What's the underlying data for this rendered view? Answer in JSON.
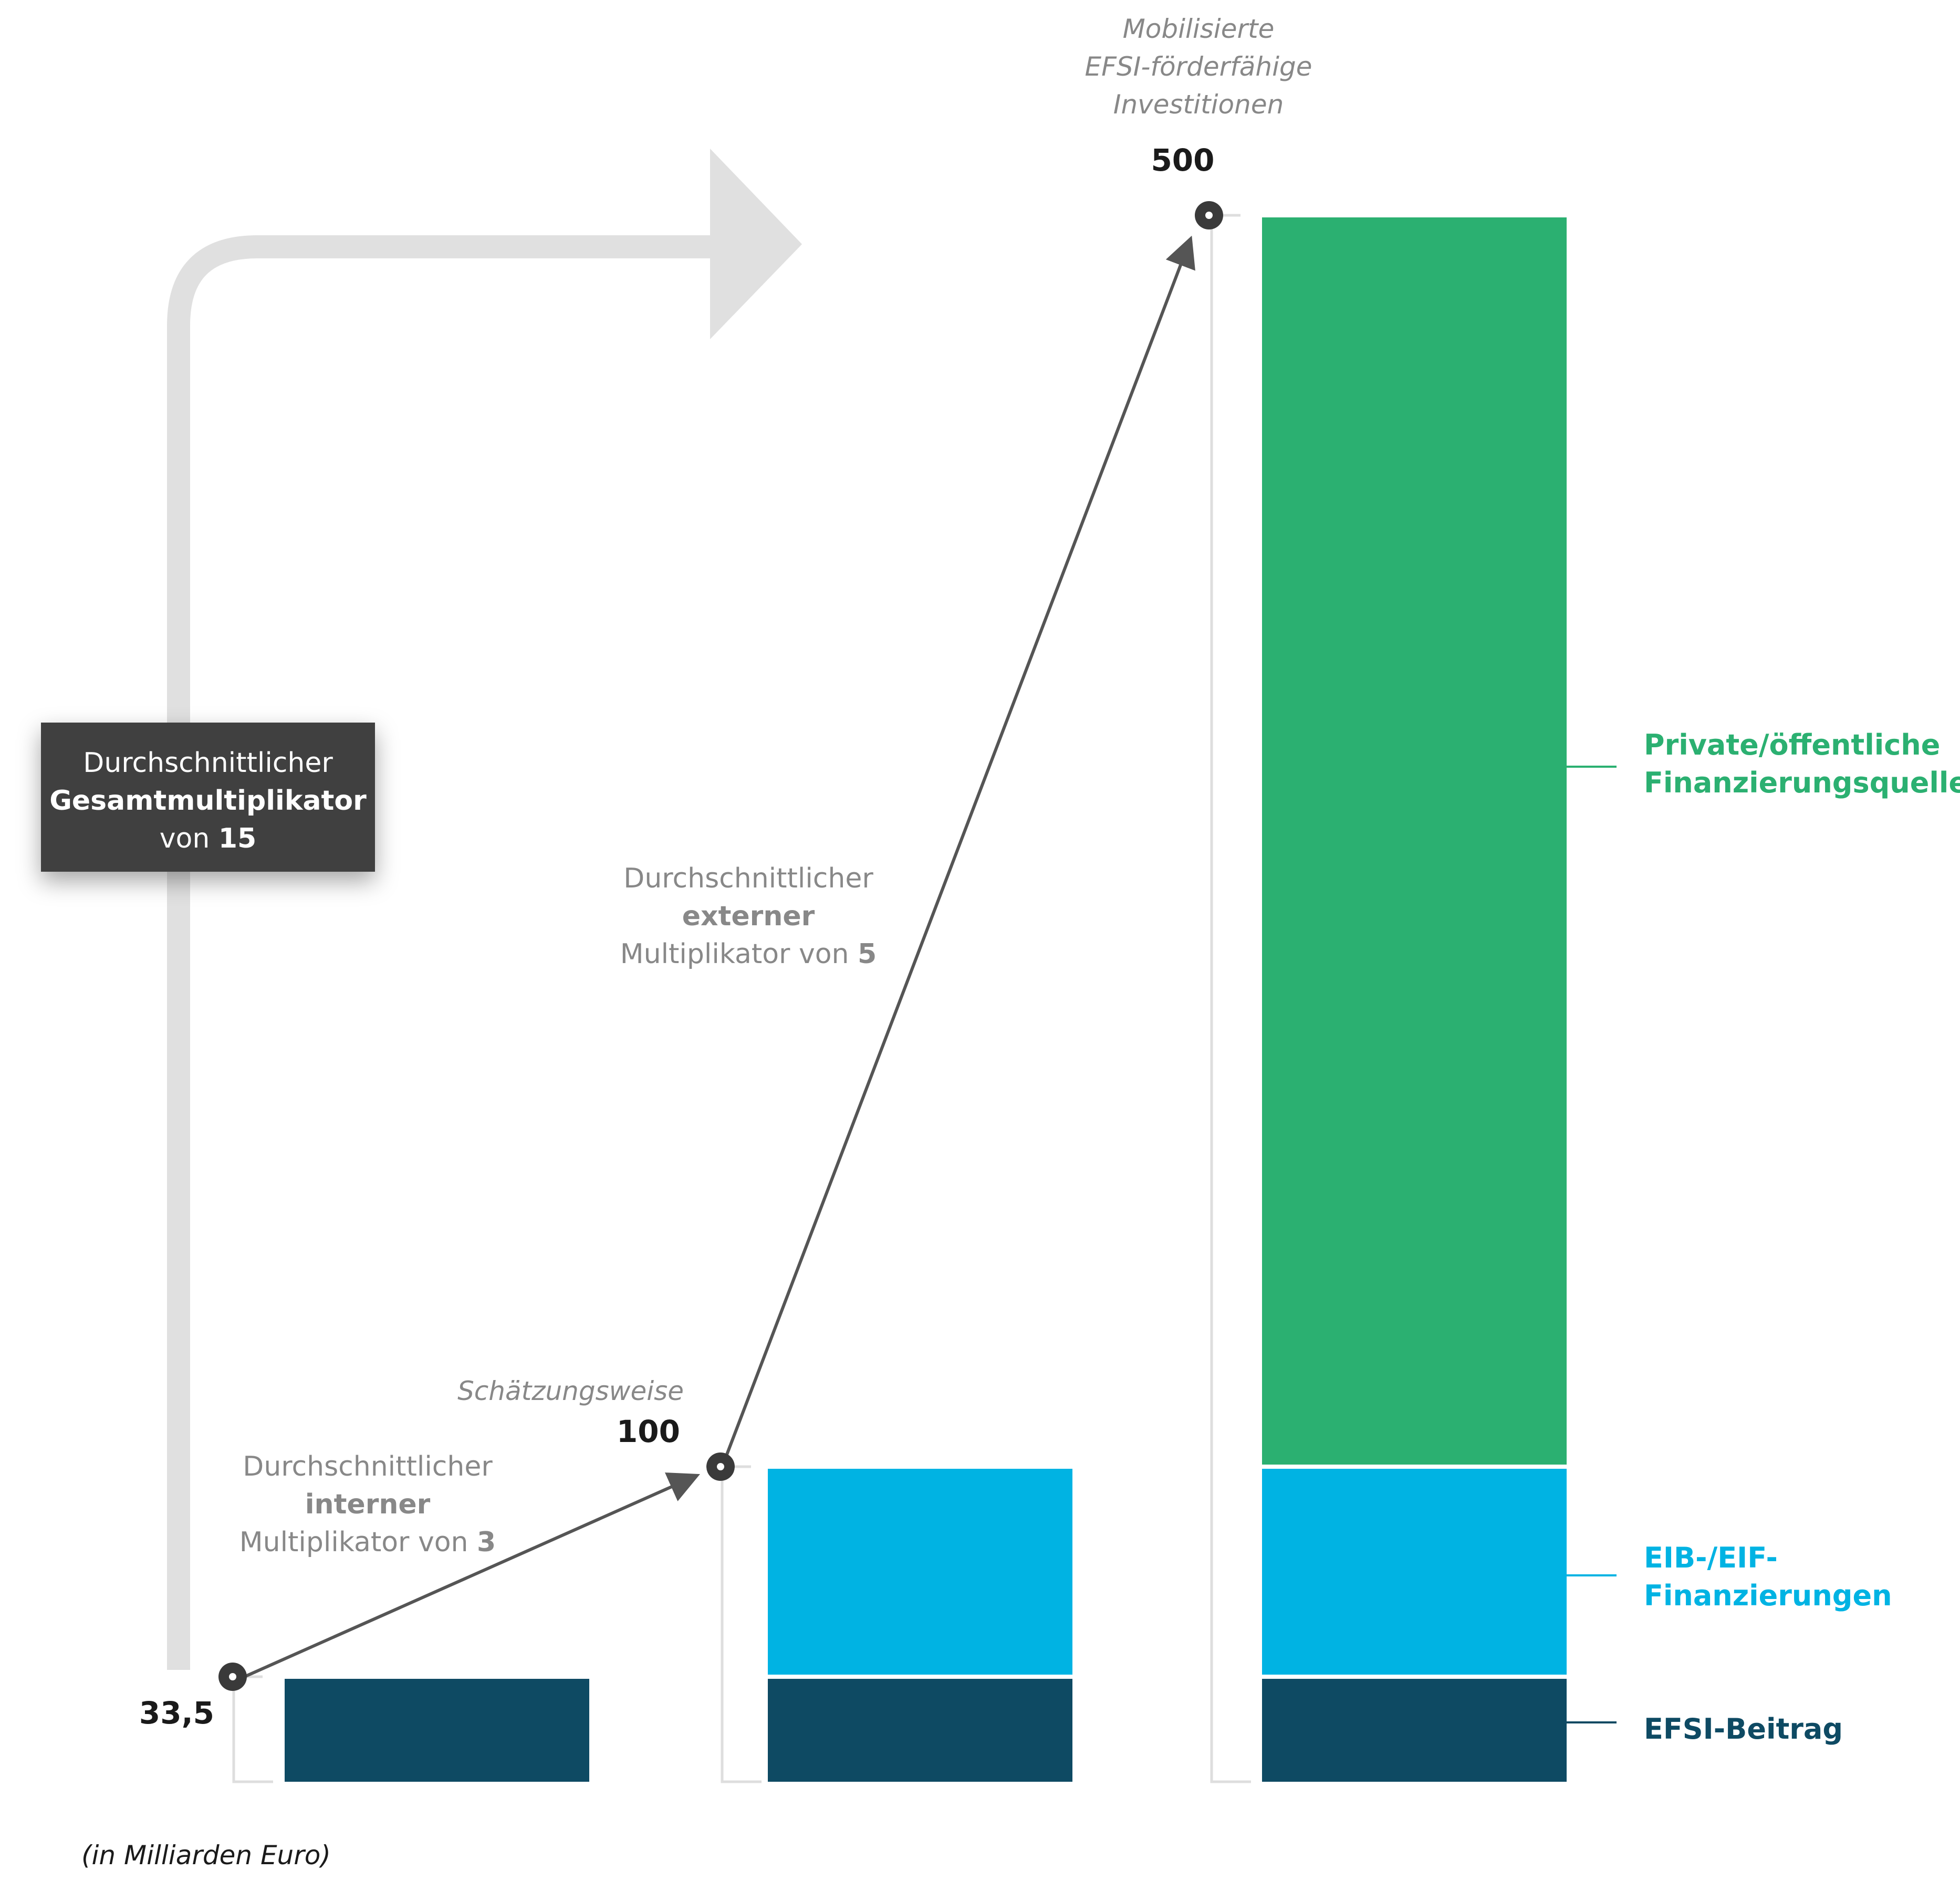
{
  "chart_data": {
    "type": "bar",
    "stacked": true,
    "unit_note": "(in Milliarden Euro)",
    "categories": [
      "33,5",
      "100",
      "500"
    ],
    "totals": [
      33.5,
      100,
      500
    ],
    "series": [
      {
        "name": "EFSI-Beitrag",
        "values": [
          33.5,
          33.5,
          33.5
        ],
        "color": "#0e4a63"
      },
      {
        "name": "EIB-/EIF-Finanzierungen",
        "values": [
          0,
          66.5,
          66.5
        ],
        "color": "#00b3e3"
      },
      {
        "name": "Private/öffentliche Finanzierungsquellen",
        "values": [
          0,
          0,
          400
        ],
        "color": "#2bb071"
      }
    ],
    "value_labels": [
      {
        "value": "33,5",
        "caption": []
      },
      {
        "value": "100",
        "caption": [
          "Schätzungsweise"
        ]
      },
      {
        "value": "500",
        "caption": [
          "Mobilisierte",
          "EFSI-förderfähige",
          "Investitionen"
        ]
      }
    ],
    "legend_labels": [
      {
        "series": 2,
        "lines": [
          "Private/öffentliche",
          "Finanzierungsquellen"
        ],
        "color": "#2bb071"
      },
      {
        "series": 1,
        "lines": [
          "EIB-/EIF-",
          "Finanzierungen"
        ],
        "color": "#00b3e3"
      },
      {
        "series": 0,
        "lines": [
          "EFSI-Beitrag"
        ],
        "color": "#0e4a63"
      }
    ],
    "annotations": {
      "internal": {
        "line1": "Durchschnittlicher",
        "line2": "interner",
        "line3_prefix": "Multiplikator von ",
        "line3_value": "3"
      },
      "external": {
        "line1": "Durchschnittlicher",
        "line2": "externer",
        "line3_prefix": "Multiplikator von ",
        "line3_value": "5"
      },
      "total": {
        "line1": "Durchschnittlicher",
        "line2": "Gesamtmultiplikator",
        "line3_prefix": "von ",
        "line3_value": "15"
      }
    },
    "ylim": [
      0,
      500
    ],
    "grid": false,
    "legend": "right"
  }
}
